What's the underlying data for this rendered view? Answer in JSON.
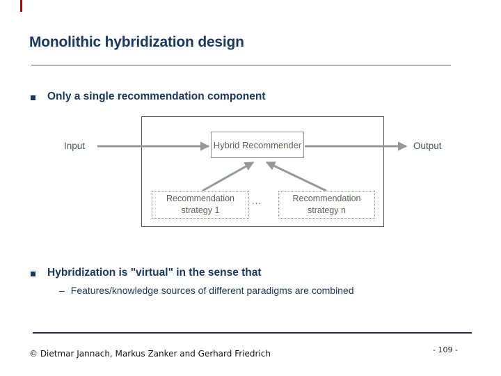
{
  "slide": {
    "title": "Monolithic hybridization design",
    "bullet1": "Only a single recommendation component",
    "bullet2": "Hybridization is \"virtual\" in the sense that",
    "sub_bullet_dash": "–",
    "sub_bullet": "Features/knowledge sources of different paradigms are combined",
    "footer": "© Dietmar Jannach, Markus Zanker and Gerhard Friedrich",
    "page_number": "- 109 -"
  },
  "diagram": {
    "input_label": "Input",
    "output_label": "Output",
    "hybrid_box": "Hybrid Recommender",
    "strategy_box_1": "Recommendation strategy 1",
    "strategy_box_n": "Recommendation strategy n",
    "ellipsis": "..."
  },
  "colors": {
    "accent_red": "#C00000",
    "heading_navy": "#17375E",
    "diagram_arrow_gray": "#939a92",
    "diagram_text_gray": "#566353",
    "diagram_frame": "#4f5b51"
  }
}
